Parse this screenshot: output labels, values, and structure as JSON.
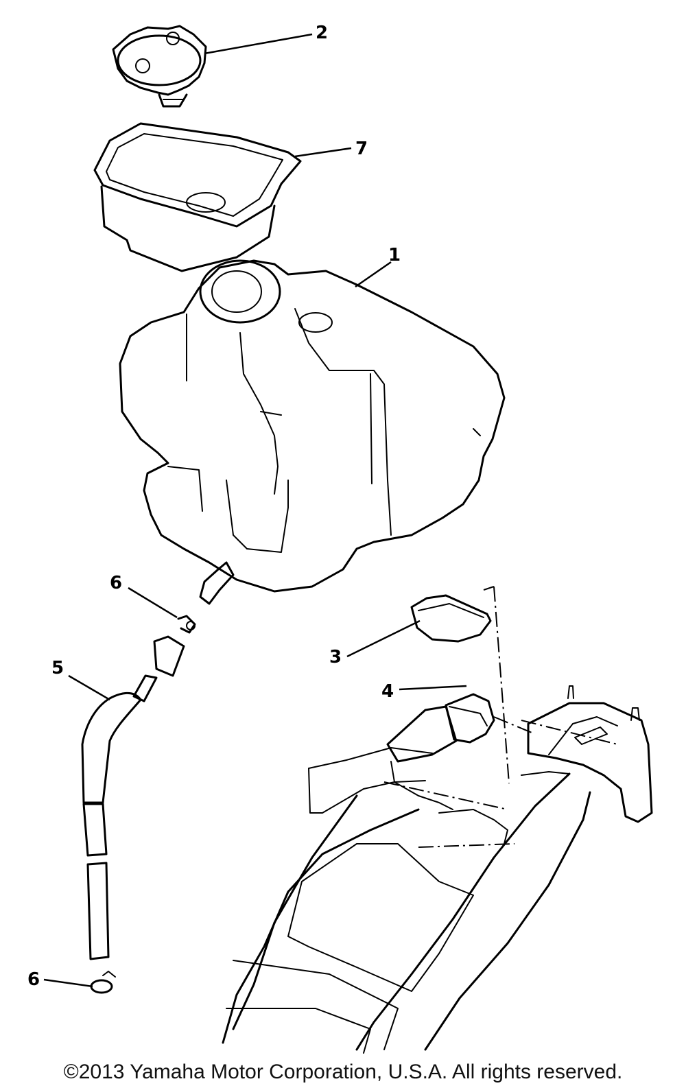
{
  "diagram": {
    "callouts": [
      {
        "id": "2",
        "label": "2"
      },
      {
        "id": "7",
        "label": "7"
      },
      {
        "id": "1",
        "label": "1"
      },
      {
        "id": "6a",
        "label": "6"
      },
      {
        "id": "3",
        "label": "3"
      },
      {
        "id": "5",
        "label": "5"
      },
      {
        "id": "4",
        "label": "4"
      },
      {
        "id": "6b",
        "label": "6"
      }
    ]
  },
  "footer": {
    "copyright": "©2013 Yamaha Motor Corporation, U.S.A. All rights reserved."
  }
}
